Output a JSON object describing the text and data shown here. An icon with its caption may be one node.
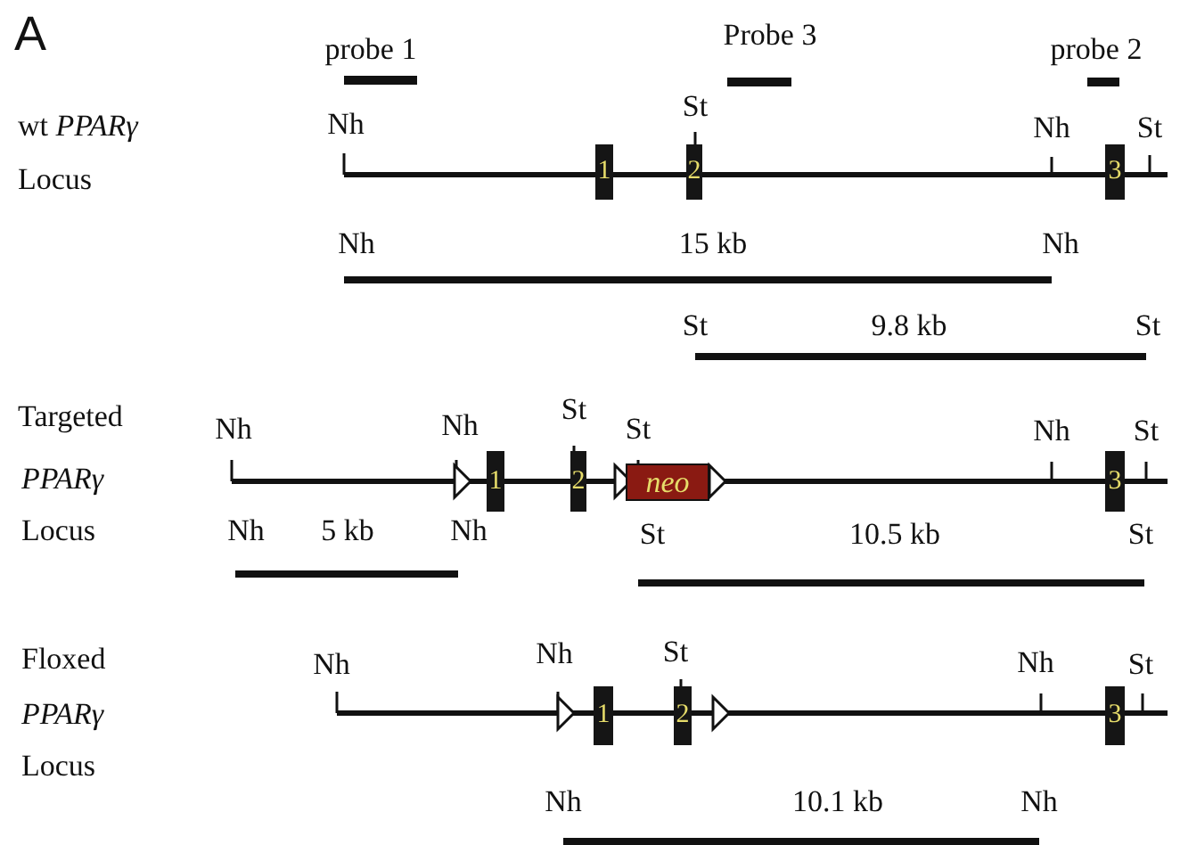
{
  "diagram": {
    "title": "A",
    "nodes": [
      {
        "text": [
          "1"
        ]
      },
      {
        "text": [
          "2"
        ]
      },
      {
        "text": [
          "3"
        ]
      },
      {
        "text": [
          "1"
        ]
      },
      {
        "text": [
          "2"
        ]
      },
      {
        "text": [
          "neo"
        ]
      },
      {
        "text": [
          "3"
        ]
      },
      {
        "text": [
          "1"
        ]
      },
      {
        "text": [
          "2"
        ]
      },
      {
        "text": [
          "3"
        ]
      }
    ],
    "edges": [],
    "labels": [
      "probe 1",
      "Probe 3",
      "probe 2",
      "wt *PPARγ*",
      "Nh",
      "St",
      "Nh",
      "St",
      "Locus",
      "Nh",
      "15 kb",
      "Nh",
      "St",
      "9.8 kb",
      "St",
      "Targeted",
      "Nh",
      "Nh",
      "St",
      "St",
      "Nh",
      "St",
      "PPARγ",
      "Locus",
      "Nh",
      "5 kb",
      "Nh",
      "St",
      "10.5 kb",
      "St",
      "Floxed",
      "Nh",
      "Nh",
      "St",
      "Nh",
      "St",
      "PPARγ",
      "Locus",
      "Nh",
      "10.1 kb",
      "Nh"
    ]
  }
}
